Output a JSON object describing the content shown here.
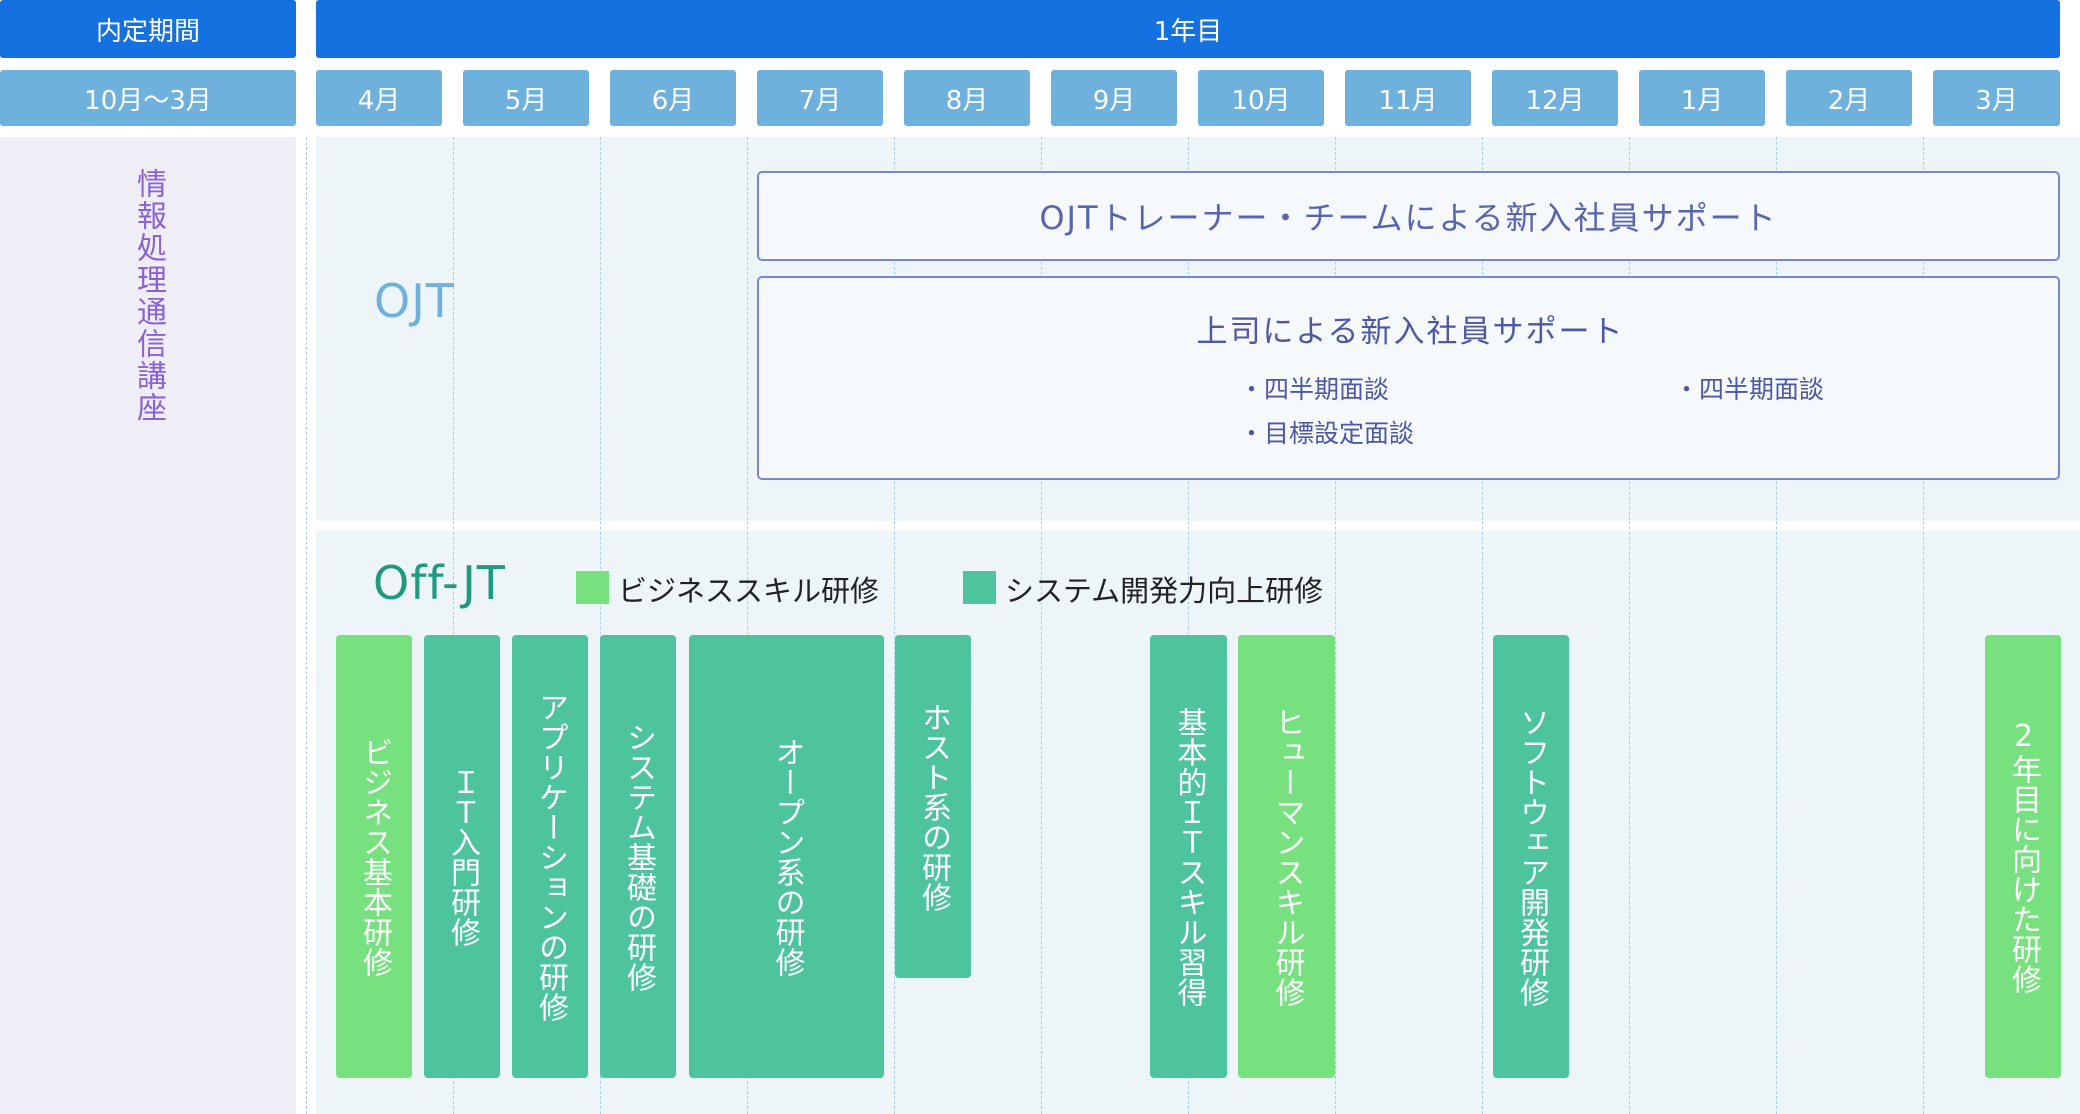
{
  "header": {
    "pre_period": "内定期間",
    "year1": "1年目",
    "pre_months": "10月〜3月",
    "months": [
      "4月",
      "5月",
      "6月",
      "7月",
      "8月",
      "9月",
      "10月",
      "11月",
      "12月",
      "1月",
      "2月",
      "3月"
    ]
  },
  "left_panel": {
    "label": "情報処理通信講座"
  },
  "ojt": {
    "title": "OJT",
    "box1": "OJTトレーナー・チームによる新入社員サポート",
    "box2": {
      "title": "上司による新入社員サポート",
      "bullets": [
        "・四半期面談",
        "・目標設定面談",
        "・四半期面談"
      ]
    }
  },
  "off_jt": {
    "title": "Off-JT",
    "legend": [
      {
        "label": "ビジネススキル研修",
        "color": "#77e180"
      },
      {
        "label": "システム開発力向上研修",
        "color": "#4dc49e"
      }
    ],
    "trainings": [
      "ビジネス基本研修",
      "ＩＴ入門研修",
      "アプリケーションの研修",
      "システム基礎の研修",
      "オープン系の研修",
      "ホスト系の研修",
      "基本的ＩＴスキル習得",
      "ヒューマンスキル研修",
      "ソフトウェア開発研修",
      "2年目に向けた研修"
    ]
  },
  "colors": {
    "header_dark": "#1570e0",
    "header_month": "#6fb1dd",
    "ojt_title": "#6fb1dd",
    "offjt_title": "#1e9b7e",
    "business_skill": "#77e180",
    "system_dev": "#4dc49e"
  }
}
